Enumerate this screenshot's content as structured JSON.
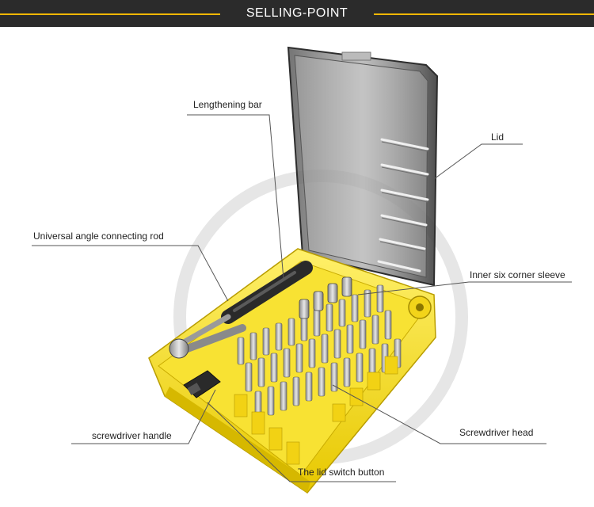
{
  "header": {
    "title": "SELLING-POINT",
    "accent_color": "#f2b705",
    "bar_color": "#2b2b2b"
  },
  "product": {
    "case_color": "#f5dc1e",
    "handle_color": "#2a2a2a",
    "lid_color": "#3a3a3a"
  },
  "callouts": {
    "lengthening_bar": "Lengthening bar",
    "lid": "Lid",
    "universal_rod": "Universal angle connecting rod",
    "inner_sleeve": "Inner six corner sleeve",
    "screwdriver_handle": "screwdriver handle",
    "screwdriver_head": "Screwdriver head",
    "lid_switch": "The lid switch button"
  }
}
